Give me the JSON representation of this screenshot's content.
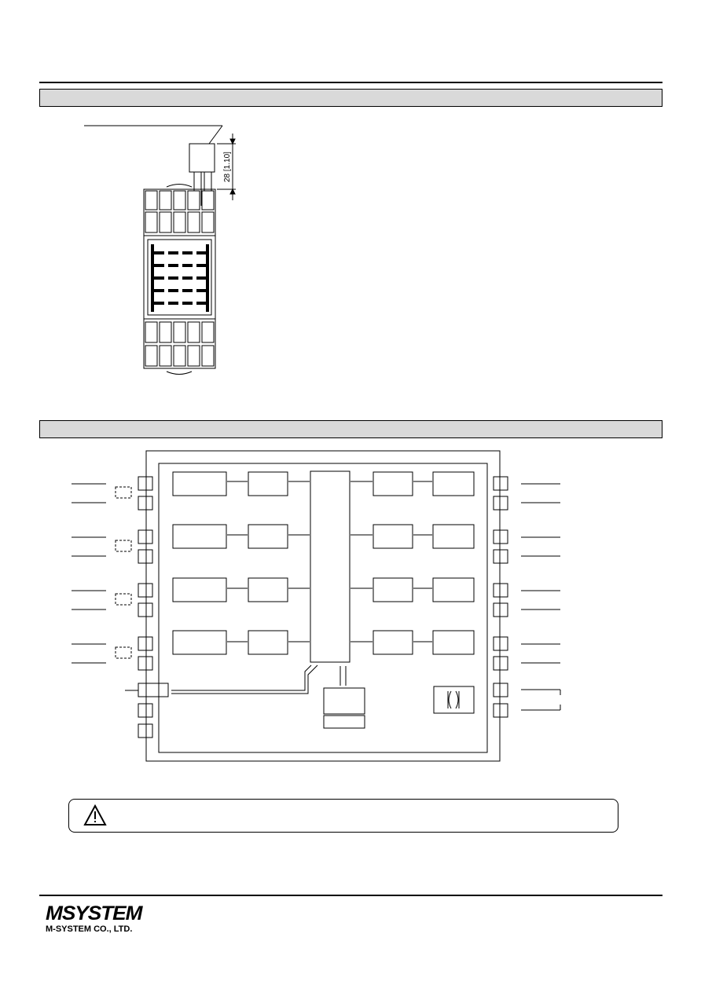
{
  "installation_figure": {
    "dimension_label": "28 [1.10]"
  },
  "footer": {
    "logo_mark": "MSYSTEM",
    "company_name": "M-SYSTEM CO., LTD."
  }
}
